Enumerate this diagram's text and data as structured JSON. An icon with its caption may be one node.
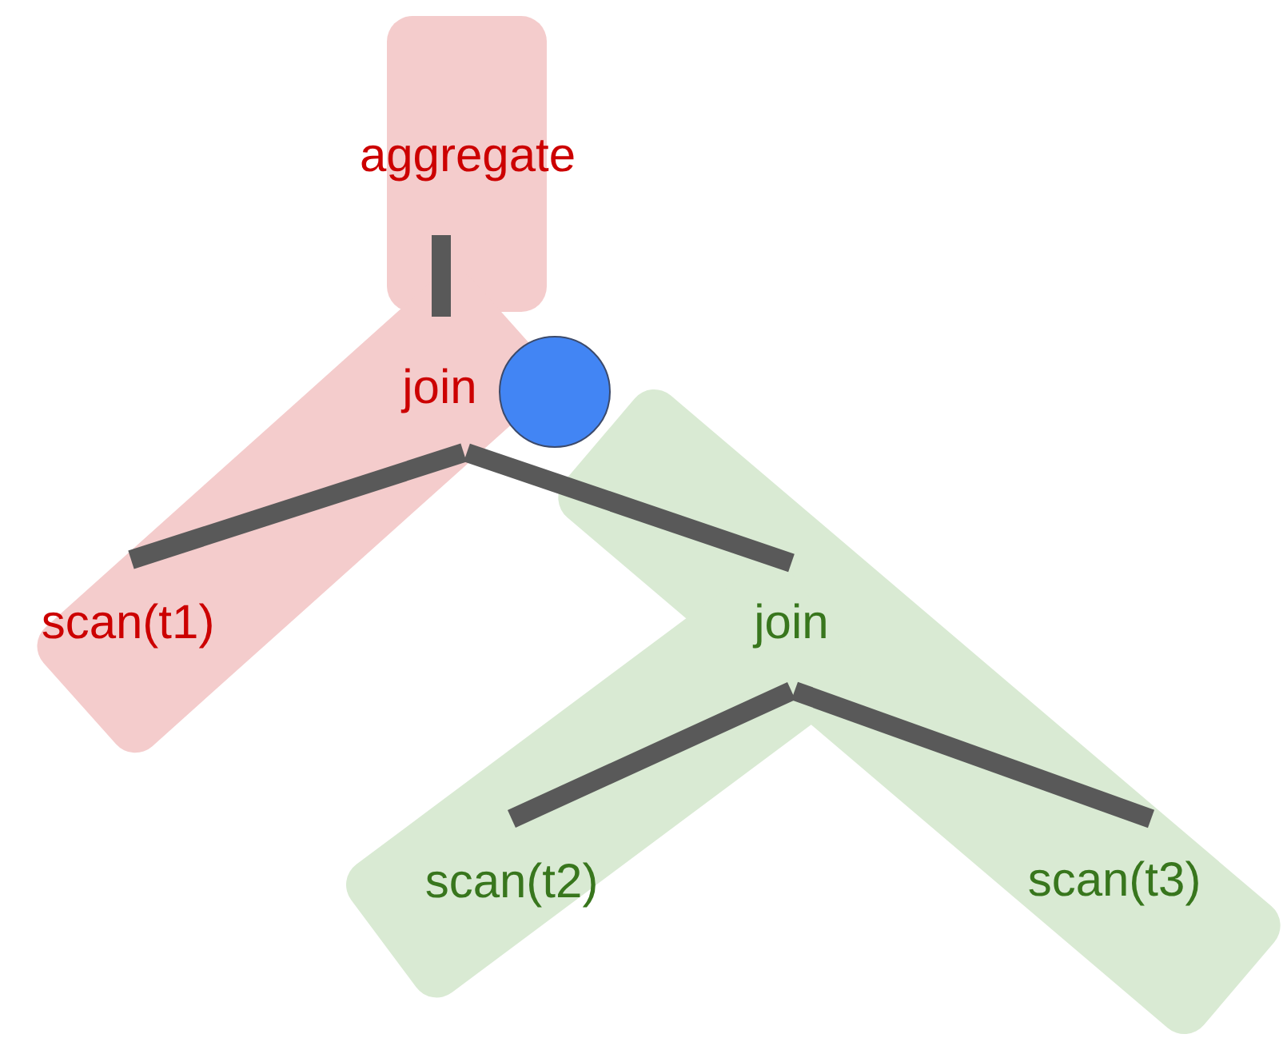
{
  "diagram": {
    "nodes": [
      {
        "text": [
          "aggregate"
        ]
      },
      {
        "text": [
          "join"
        ]
      },
      {
        "text": [
          "scan(t1)"
        ]
      },
      {
        "text": [
          "join"
        ]
      },
      {
        "text": [
          "scan(t2)"
        ]
      },
      {
        "text": [
          "scan(t3)"
        ]
      },
      {
        "text": [],
        "shape": "circle"
      }
    ],
    "edges": [
      {
        "from": 0,
        "to": 1,
        "arrow": "none"
      },
      {
        "from": 1,
        "to": 2,
        "arrow": "none"
      },
      {
        "from": 1,
        "to": 3,
        "arrow": "none"
      },
      {
        "from": 3,
        "to": 4,
        "arrow": "none"
      },
      {
        "from": 3,
        "to": 5,
        "arrow": "none"
      }
    ]
  }
}
